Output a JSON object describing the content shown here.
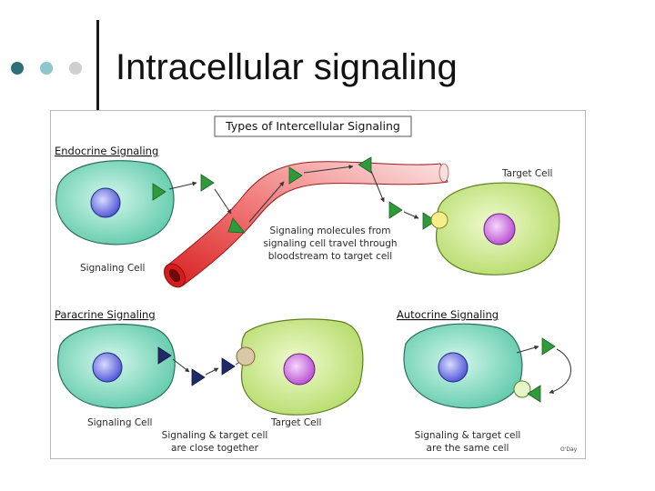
{
  "slide": {
    "title": "Intracellular signaling",
    "bullet_colors": [
      "#2f6f7a",
      "#8fc5cc",
      "#cfcfcf"
    ]
  },
  "figure": {
    "title": "Types of Intercellular Signaling",
    "signature": "O'Day",
    "endocrine": {
      "heading": "Endocrine Signaling",
      "signaling_cell_label": "Signaling Cell",
      "target_cell_label": "Target Cell",
      "caption": [
        "Signaling molecules from",
        "signaling cell travel through",
        "bloodstream to target cell"
      ]
    },
    "paracrine": {
      "heading": "Paracrine Signaling",
      "signaling_cell_label": "Signaling Cell",
      "target_cell_label": "Target Cell",
      "caption": [
        "Signaling & target cell",
        "are close together"
      ]
    },
    "autocrine": {
      "heading": "Autocrine Signaling",
      "caption": [
        "Signaling & target cell",
        "are the same cell"
      ]
    },
    "colors": {
      "signaling_cell": "#7ed9bd",
      "target_cell": "#cde98a",
      "nucleus_blue": "#5b63e0",
      "nucleus_purple": "#c25ad8",
      "molecule_green": "#2f9a3a",
      "molecule_navy": "#1f2a66",
      "blood_vessel": "#e84040",
      "receptor_yellow": "#f3ef8a",
      "receptor_tan": "#d9c7a6"
    }
  }
}
